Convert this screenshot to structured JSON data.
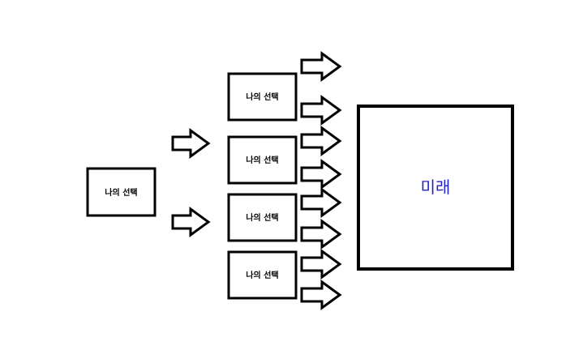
{
  "diagram": {
    "root_box": {
      "label": "나의 선택"
    },
    "choice_boxes": [
      {
        "label": "나의 선택"
      },
      {
        "label": "나의 선택"
      },
      {
        "label": "나의 선택"
      },
      {
        "label": "나의 선택"
      }
    ],
    "future_box": {
      "label": "미래",
      "label_color": "#2222cc"
    }
  },
  "colors": {
    "stroke": "#000000",
    "background": "#ffffff",
    "future_text": "#2222cc"
  }
}
